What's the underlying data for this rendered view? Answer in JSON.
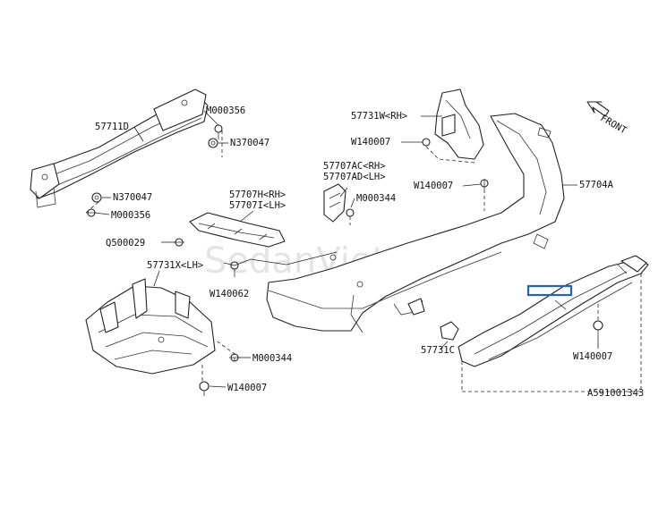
{
  "callouts": [
    {
      "id": "57711D",
      "text": "57711D"
    },
    {
      "id": "M000356a",
      "text": "M000356"
    },
    {
      "id": "N370047a",
      "text": "N370047"
    },
    {
      "id": "N370047b",
      "text": "N370047"
    },
    {
      "id": "M000356b",
      "text": "M000356"
    },
    {
      "id": "57731W",
      "text": "57731W<RH>"
    },
    {
      "id": "W140007a",
      "text": "W140007"
    },
    {
      "id": "57707AC",
      "text": "57707AC<RH>"
    },
    {
      "id": "57707AD",
      "text": "57707AD<LH>"
    },
    {
      "id": "W140007b",
      "text": "W140007"
    },
    {
      "id": "57704A",
      "text": "57704A"
    },
    {
      "id": "57707H",
      "text": "57707H<RH>"
    },
    {
      "id": "57707I",
      "text": "57707I<LH>"
    },
    {
      "id": "M000344a",
      "text": "M000344"
    },
    {
      "id": "Q500029",
      "text": "Q500029"
    },
    {
      "id": "57731X",
      "text": "57731X<LH>"
    },
    {
      "id": "W140062",
      "text": "W140062"
    },
    {
      "id": "M000344b",
      "text": "M000344"
    },
    {
      "id": "W140007c",
      "text": "W140007"
    },
    {
      "id": "57731C",
      "text": "57731C"
    },
    {
      "id": "W140007d",
      "text": "W140007"
    }
  ],
  "front_arrow": {
    "text": "FRONT"
  },
  "watermark": {
    "text": "SedanViet.vn"
  },
  "diagram_code": {
    "text": "A591001343"
  },
  "highlight": {
    "color": "#1e64c8"
  }
}
